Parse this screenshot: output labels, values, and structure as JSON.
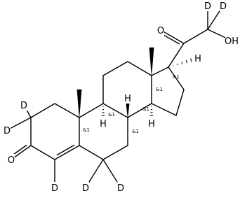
{
  "molecule": {
    "atom_labels": {
      "deuterium": "D",
      "hydrogen": "H",
      "oxygen": "O",
      "hydroxyl": "OH"
    },
    "stereo_flag": "&1"
  }
}
